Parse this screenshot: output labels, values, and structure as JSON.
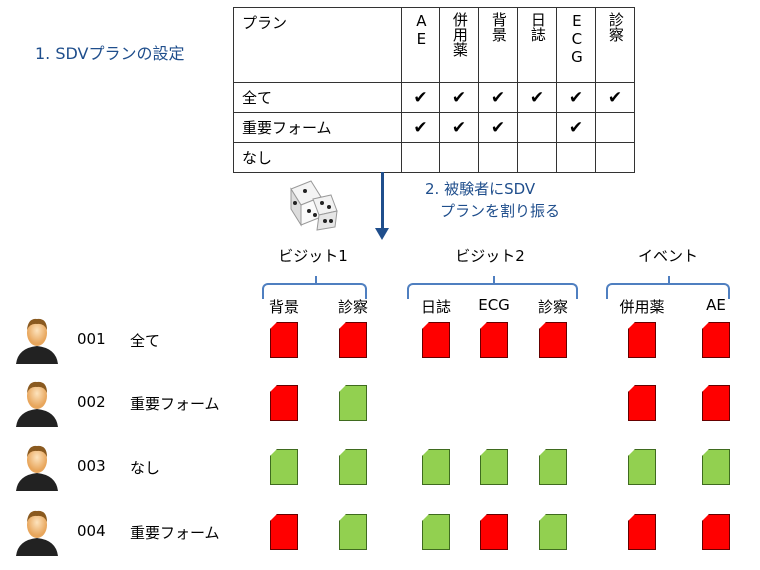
{
  "step1": "1. SDVプランの設定",
  "step2": [
    "2. 被験者にSDV",
    "　プランを割り振る"
  ],
  "plan_table": {
    "header": "プラン",
    "columns": [
      "AE",
      "併用薬",
      "背景",
      "日誌",
      "ECG",
      "診察"
    ],
    "rows": [
      {
        "name": "全て",
        "checks": [
          true,
          true,
          true,
          true,
          true,
          true
        ]
      },
      {
        "name": "重要フォーム",
        "checks": [
          true,
          true,
          true,
          false,
          true,
          false
        ]
      },
      {
        "name": "なし",
        "checks": [
          false,
          false,
          false,
          false,
          false,
          false
        ]
      }
    ],
    "check_glyph": "✔"
  },
  "groups": [
    {
      "title": "ビジット1",
      "forms": [
        "背景",
        "診察"
      ]
    },
    {
      "title": "ビジット2",
      "forms": [
        "日誌",
        "ECG",
        "診察"
      ]
    },
    {
      "title": "イベント",
      "forms": [
        "併用薬",
        "AE"
      ]
    }
  ],
  "subjects": [
    {
      "id": "001",
      "plan": "全て",
      "status": [
        "red",
        "red",
        "red",
        "red",
        "red",
        "red",
        "red"
      ]
    },
    {
      "id": "002",
      "plan": "重要フォーム",
      "status": [
        "red",
        "green",
        null,
        null,
        null,
        "red",
        "red"
      ]
    },
    {
      "id": "003",
      "plan": "なし",
      "status": [
        "green",
        "green",
        "green",
        "green",
        "green",
        "green",
        "green"
      ]
    },
    {
      "id": "004",
      "plan": "重要フォーム",
      "status": [
        "red",
        "green",
        "green",
        "red",
        "green",
        "red",
        "red"
      ]
    }
  ],
  "colors": {
    "red": "#ff0000",
    "green": "#92d050",
    "accent": "#1f4e8c"
  }
}
